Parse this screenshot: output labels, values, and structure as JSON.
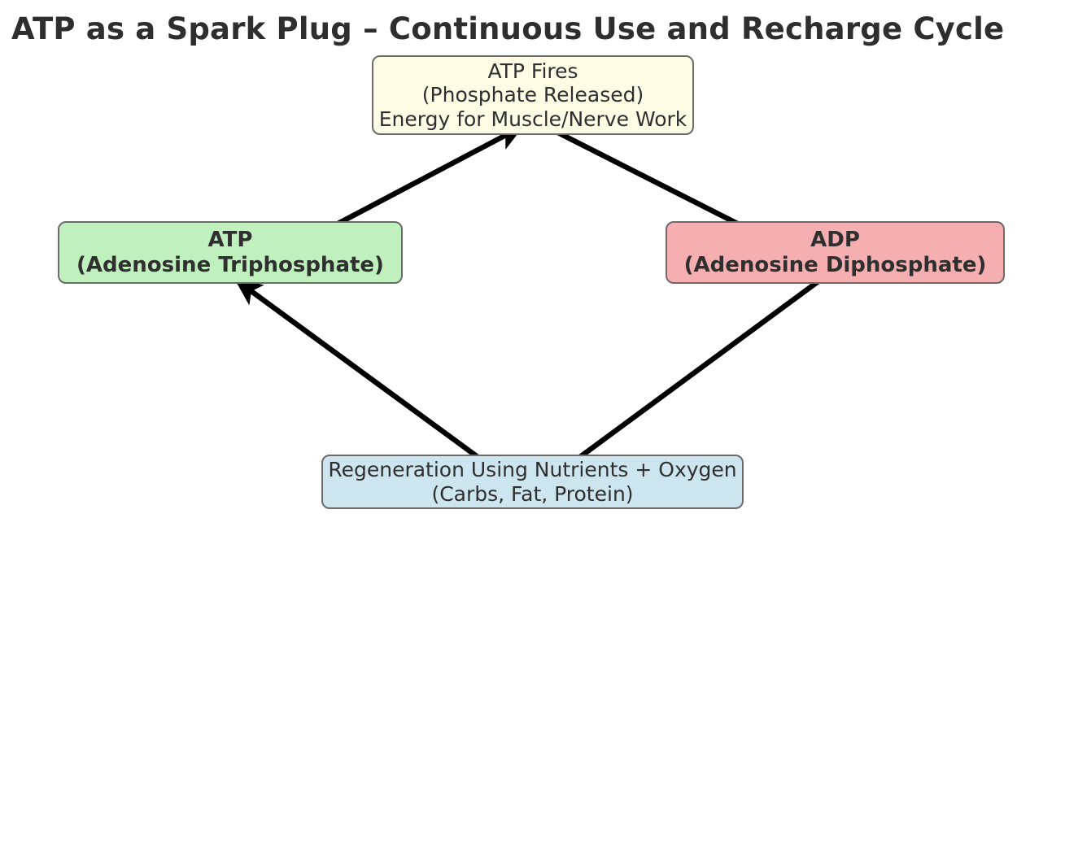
{
  "diagram": {
    "title": "ATP as a Spark Plug – Continuous Use and Recharge Cycle",
    "type": "cycle-flowchart",
    "background_color": "#ffffff",
    "edge_color": "#000000",
    "nodes": [
      {
        "id": "atp-fires",
        "label": "ATP Fires\n(Phosphate Released)\nEnergy for Muscle/Nerve Work",
        "fill_color": "#fdfde6",
        "border_color": "#6b6b6b",
        "bold": false
      },
      {
        "id": "atp",
        "label": "ATP\n(Adenosine Triphosphate)",
        "fill_color": "#bff0bd",
        "border_color": "#6b6b6b",
        "bold": true
      },
      {
        "id": "adp",
        "label": "ADP\n(Adenosine Diphosphate)",
        "fill_color": "#f5afb1",
        "border_color": "#6b6b6b",
        "bold": true
      },
      {
        "id": "regeneration",
        "label": "Regeneration Using Nutrients + Oxygen\n(Carbs, Fat, Protein)",
        "fill_color": "#cde5ef",
        "border_color": "#6b6b6b",
        "bold": false
      }
    ],
    "edges": [
      {
        "id": "atp-to-atp-fires",
        "from": "atp",
        "to": "atp-fires"
      },
      {
        "id": "atp-fires-to-adp",
        "from": "atp-fires",
        "to": "adp"
      },
      {
        "id": "adp-to-regeneration",
        "from": "adp",
        "to": "regeneration"
      },
      {
        "id": "regeneration-to-atp",
        "from": "regeneration",
        "to": "atp"
      }
    ]
  }
}
